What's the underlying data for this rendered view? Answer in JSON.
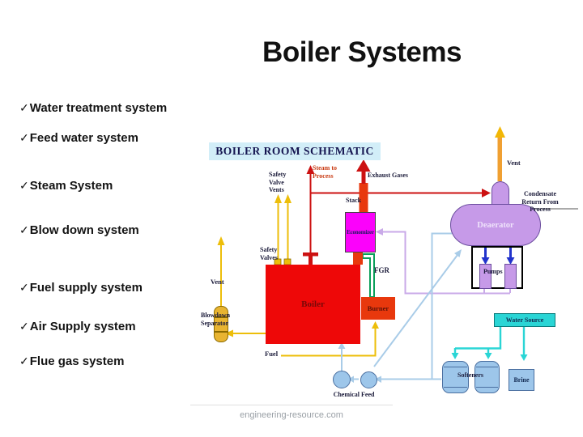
{
  "slide": {
    "title": "Boiler Systems",
    "check_glyph": "✓",
    "checklist": [
      {
        "label": "Water treatment system"
      },
      {
        "label": "Feed water system"
      },
      {
        "label": "Steam System"
      },
      {
        "label": "Blow down system"
      },
      {
        "label": "Fuel supply system"
      },
      {
        "label": "Air Supply system"
      },
      {
        "label": "Flue gas system"
      }
    ],
    "footer": "engineering-resource.com"
  },
  "schematic": {
    "heading": "BOILER ROOM SCHEMATIC",
    "components": {
      "boiler": "Boiler",
      "economizer": "Economizer",
      "burner": "Burner",
      "deaerator": "Deaerator",
      "pumps": "Pumps",
      "water_source": "Water Source",
      "softeners": "Softeners",
      "brine": "Brine"
    },
    "labels": {
      "steam_to_process": "Steam to Process",
      "exhaust_gases": "Exhaust Gases",
      "stack": "Stack",
      "safety_valve_vents": "Safety Valve Vents",
      "safety_valves": "Safety Valves",
      "fgr": "FGR",
      "fuel": "Fuel",
      "vent_left": "Vent",
      "vent_right": "Vent",
      "blowdown_separator": "Blowdown Separator",
      "condensate_return": "Condensate Return From Process",
      "chemical_feed": "Chemical Feed"
    },
    "colors": {
      "boiler_red": "#ee0808",
      "economizer_magenta": "#fb02fb",
      "burner_orange": "#e8380d",
      "deaerator_purple": "#c69ae8",
      "separator_gold": "#e8b431",
      "vessel_blue": "#9dc6ea",
      "water_cyan": "#2ad5d5",
      "pipe_yellow": "#edbe0a",
      "pipe_red": "#cc1111",
      "pipe_lavender": "#c9aae8",
      "pipe_lightblue": "#a9cce8",
      "pump_blue": "#2233cc",
      "vent_orange": "#f0a032"
    }
  }
}
